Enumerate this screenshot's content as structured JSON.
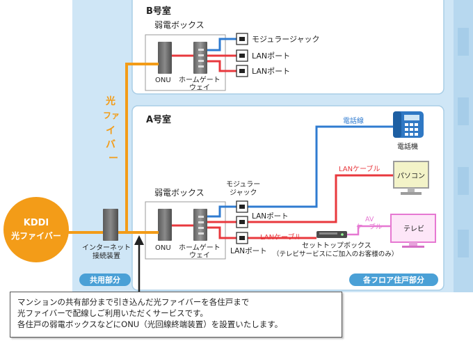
{
  "rooms": {
    "b": {
      "title": "B号室",
      "box_label": "弱電ボックス",
      "onu_label": "ONU",
      "gateway_label": [
        "ホームゲート",
        "ウェイ"
      ],
      "port_labels": [
        "モジュラージャック",
        "LANポート",
        "LANポート"
      ]
    },
    "a": {
      "title": "A号室",
      "box_label": "弱電ボックス",
      "onu_label": "ONU",
      "gateway_label": [
        "ホームゲート",
        "ウェイ"
      ],
      "modular_jack_label": [
        "モジュラー",
        "ジャック"
      ],
      "lan_port_label_1": "LANポート",
      "lan_port_label_2": "LANポート",
      "phone_line_label": "電話線",
      "phone_label": "電話機",
      "lan_cable_label_1": "LANケーブル",
      "pc_label": "パソコン",
      "av_cable_label": [
        "AV",
        "ケーブル"
      ],
      "tv_label": "テレビ",
      "lan_cable_label_2": "LANケーブル",
      "stb_label": "セットトップボックス",
      "stb_note": "（テレビサービスにご加入のお客様のみ）"
    }
  },
  "fiber_label": [
    "光",
    "ファ",
    "イ",
    "バ",
    "ー"
  ],
  "kddi_label": [
    "KDDI",
    "光ファイバー"
  ],
  "internet_device_label": [
    "インターネット",
    "接続装置"
  ],
  "shared_area_label": "共用部分",
  "floor_area_label": "各フロア住戸部分",
  "note_lines": [
    "マンションの共有部分まで引き込んだ光ファイバーを各住戸まで",
    "光ファイバーで配線しご利用いただくサービスです。",
    "各住戸の弱電ボックスなどにONU（光回線終端装置）を設置いたします。"
  ],
  "colors": {
    "building": "#c9e3f4",
    "room_border": "#a8cde6",
    "fiber": "#f39c18",
    "phone_line": "#2f7bd0",
    "lan_cable": "#e8383d",
    "av_cable": "#e678d2",
    "badge": "#4aa0d6"
  }
}
